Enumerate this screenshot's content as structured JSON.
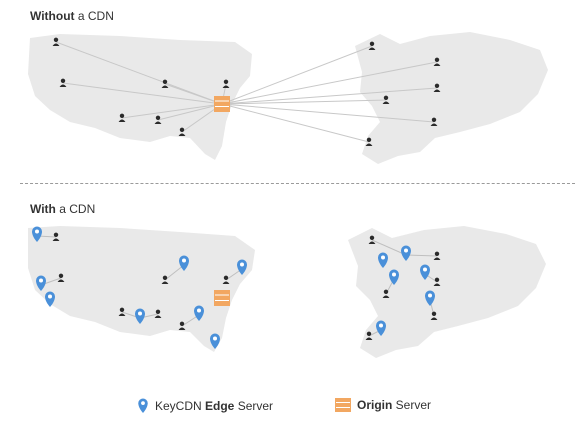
{
  "without_cdn": {
    "title_strong": "Without",
    "title_rest": " a CDN"
  },
  "with_cdn": {
    "title_strong": "With",
    "title_rest": " a CDN"
  },
  "legend": {
    "edge_prefix": "KeyCDN ",
    "edge_strong": "Edge",
    "edge_suffix": " Server",
    "origin_strong": "Origin",
    "origin_suffix": " Server"
  },
  "colors": {
    "map_land": "#e9e9e9",
    "origin_server": "#f2a761",
    "edge_pin": "#4a90d9",
    "user_icon": "#2b2b2b",
    "connection_line": "#c8c8c8"
  },
  "icons": {
    "user": "user-icon",
    "edge": "map-pin-icon",
    "origin": "server-stack-icon"
  }
}
